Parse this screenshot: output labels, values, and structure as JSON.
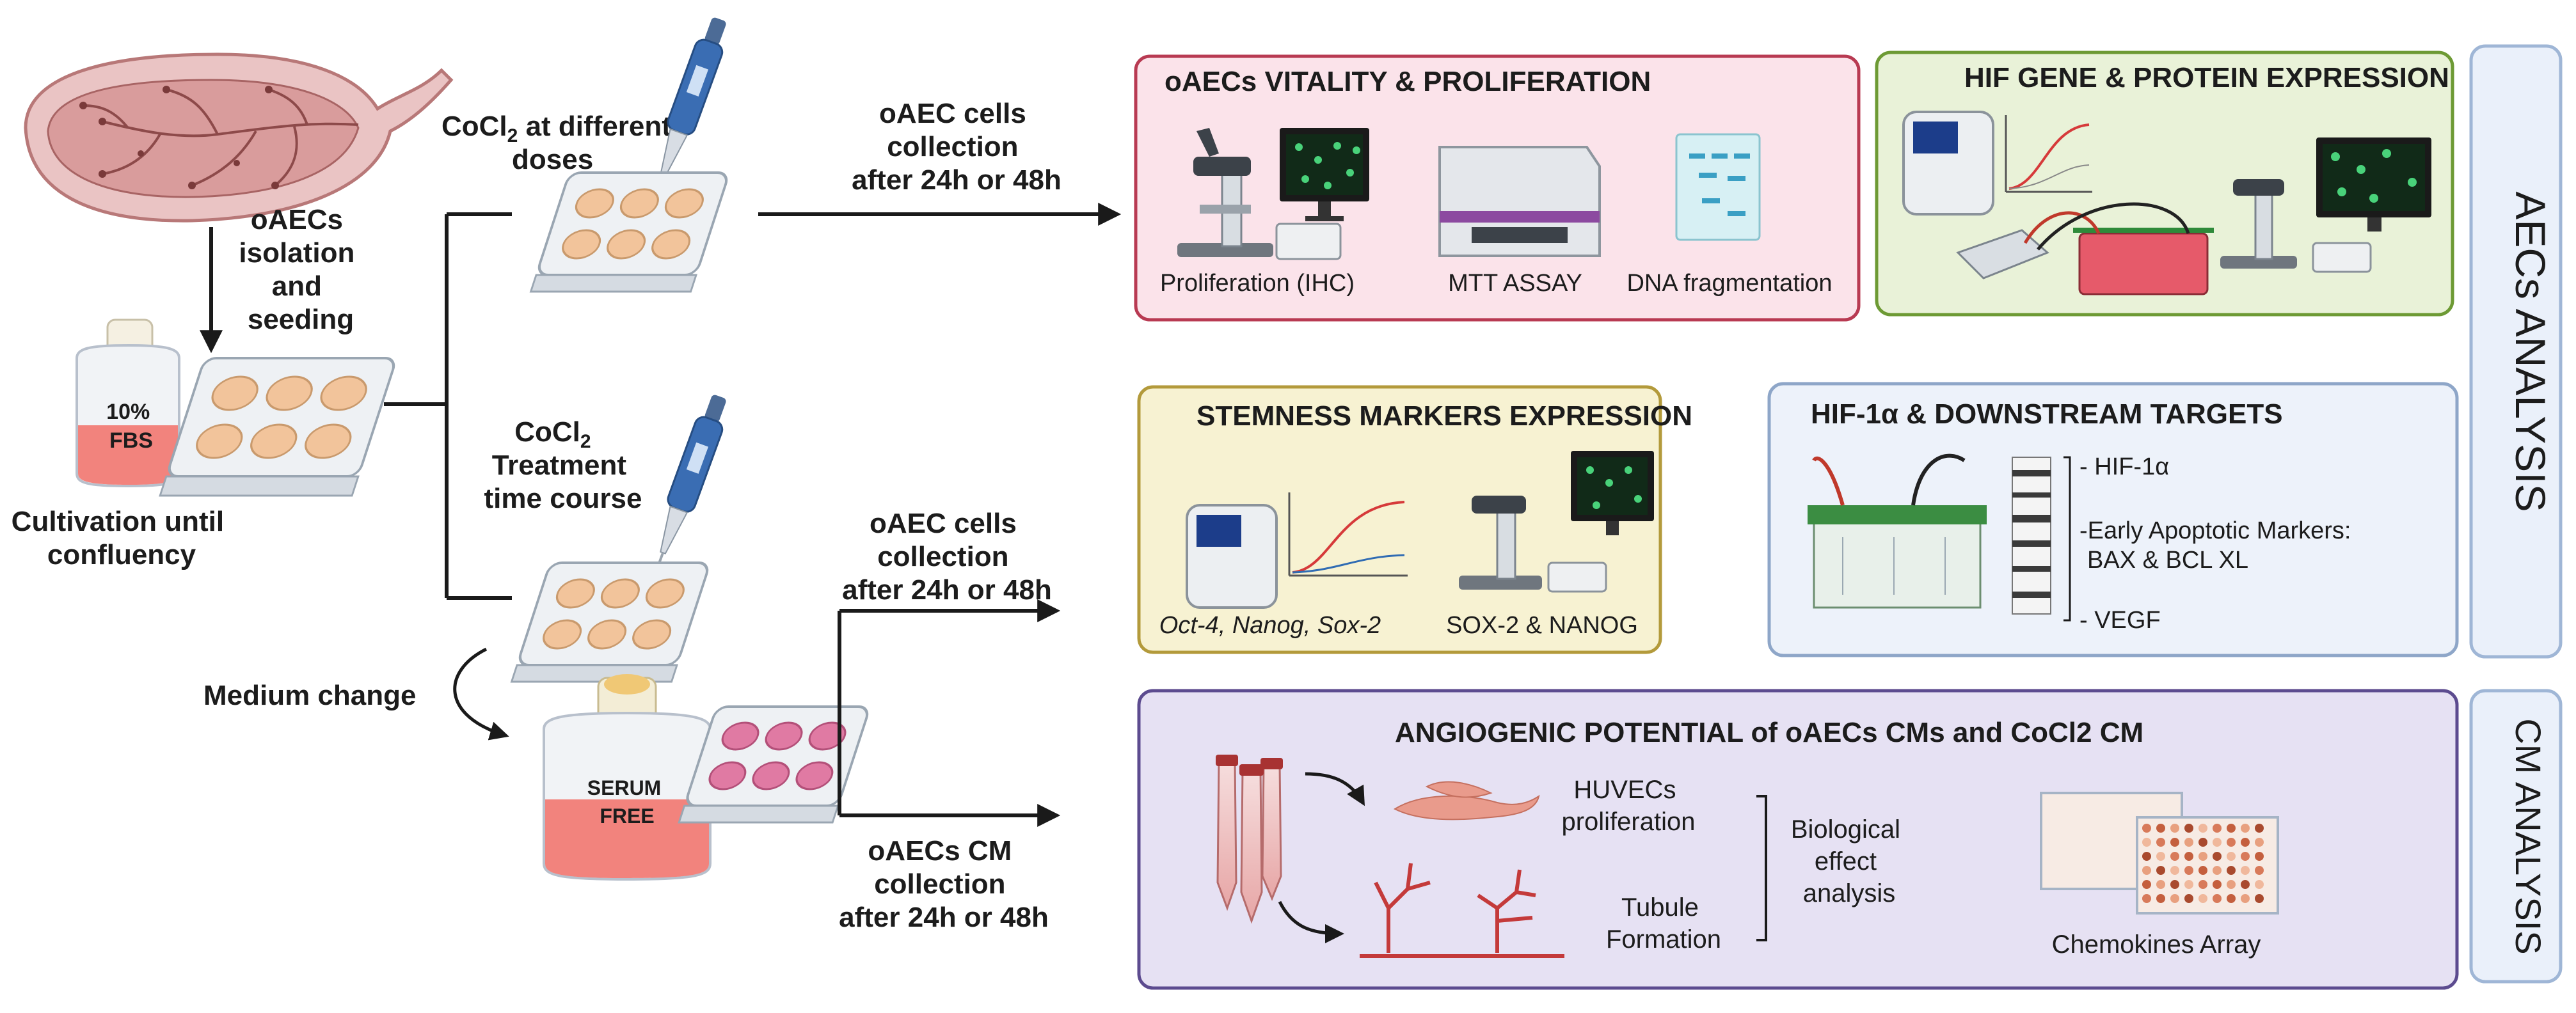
{
  "left": {
    "isolation": [
      "oAECs",
      "isolation",
      "and",
      "seeding"
    ],
    "fbs_bottle": [
      "10%",
      "FBS"
    ],
    "cultivation": [
      "Cultivation until",
      "confluency"
    ],
    "medium_change": "Medium change",
    "serum_bottle": [
      "SERUM",
      "FREE"
    ]
  },
  "mid": {
    "cocl2_doses": {
      "main": "CoCl",
      "sub": "2",
      "rest": " at different",
      "line2": "doses"
    },
    "cocl2_time": {
      "main": "CoCl",
      "sub": "2",
      "line2": "Treatment",
      "line3": "time course"
    },
    "collect1": [
      "oAEC cells",
      "collection",
      "after  24h or 48h"
    ],
    "collect2": [
      "oAEC cells",
      "collection",
      "after  24h or 48h"
    ],
    "collect3": [
      "oAECs CM",
      "collection",
      "after  24h or 48h"
    ]
  },
  "panels": {
    "vitality": {
      "title": "oAECs VITALITY & PROLIFERATION",
      "labels": [
        "Proliferation (IHC)",
        "MTT ASSAY",
        "DNA fragmentation"
      ],
      "bg": "#fbe3ea",
      "border": "#b83a52"
    },
    "hif_gene": {
      "title": "HIF GENE & PROTEIN EXPRESSION",
      "bg": "#e9f2d8",
      "border": "#6d9a34"
    },
    "stemness": {
      "title": "STEMNESS MARKERS EXPRESSION",
      "label_left": "Oct-4, Nanog, Sox-2",
      "label_right": "SOX-2 & NANOG",
      "bg": "#f7f2d2",
      "border": "#b39a3b"
    },
    "hif1a": {
      "title": "HIF-1α & DOWNSTREAM TARGETS",
      "items": [
        "- HIF-1α",
        "-Early Apoptotic Markers:",
        "BAX & BCL XL",
        "- VEGF"
      ],
      "bg": "#edf2fa",
      "border": "#8ea6c8"
    },
    "angio": {
      "title": "ANGIOGENIC POTENTIAL of oAECs CMs and CoCl2 CM",
      "huvec": [
        "HUVECs",
        "proliferation"
      ],
      "tubule": [
        "Tubule",
        "Formation"
      ],
      "bio": [
        "Biological",
        "effect",
        "analysis"
      ],
      "chemokines": "Chemokines Array",
      "bg": "#e6e1f3",
      "border": "#5c4b8f"
    }
  },
  "side": {
    "aecs": "AECs  ANALYSIS",
    "cm": "CM ANALYSIS",
    "bg": "#eaf0fa",
    "border": "#9fb6d6"
  }
}
